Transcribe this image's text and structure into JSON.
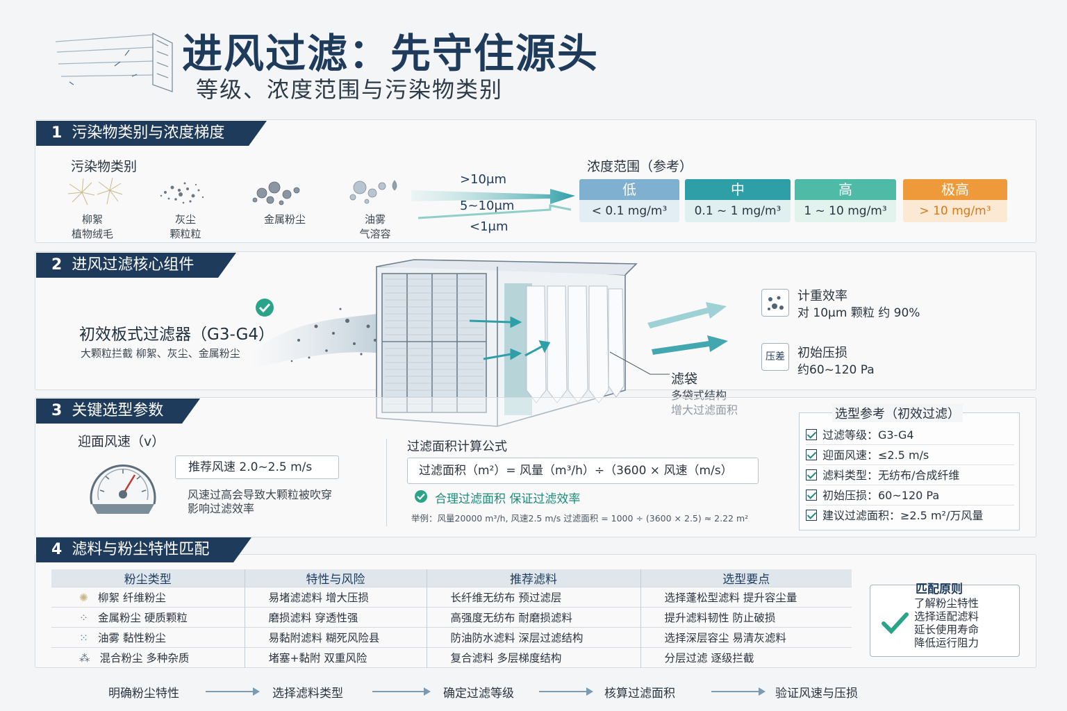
{
  "header": {
    "title": "进风过滤：先守住源头",
    "subtitle": "等级、浓度范围与污染物类别"
  },
  "section1": {
    "num": "1",
    "title": "污染物类别与浓度梯度",
    "pollutant_label": "污染物类别",
    "pollutants": [
      {
        "line1": "柳絮",
        "line2": "植物绒毛"
      },
      {
        "line1": "灰尘",
        "line2": "颗粒粒"
      },
      {
        "line1": "金属粉尘",
        "line2": ""
      },
      {
        "line1": "油雾",
        "line2": "气溶容"
      }
    ],
    "sizes": [
      ">10μm",
      "5~10μm",
      "<1μm"
    ],
    "conc_label": "浓度范围（参考）",
    "levels": [
      {
        "name": "低",
        "range": "< 0.1 mg/m³",
        "color": "#7fb0cf",
        "bg": "#e3edf4",
        "fg": "#2a3a4a"
      },
      {
        "name": "中",
        "range": "0.1 ~ 1 mg/m³",
        "color": "#2f9fa7",
        "bg": "#e0f0f1",
        "fg": "#2a3a4a"
      },
      {
        "name": "高",
        "range": "1 ~ 10 mg/m³",
        "color": "#4fbba6",
        "bg": "#e2f3ee",
        "fg": "#2a3a4a"
      },
      {
        "name": "极高",
        "range": "> 10 mg/m³",
        "color": "#ef9a3a",
        "bg": "#fbe9d4",
        "fg": "#d9781a"
      }
    ]
  },
  "section2": {
    "num": "2",
    "title": "进风过滤核心组件",
    "filter_name": "初效板式过滤器（G3-G4）",
    "filter_desc": "大颗粒拦截 柳絮、灰尘、金属粉尘",
    "bag_title": "滤袋",
    "bag_line1": "多袋式结构",
    "bag_line2": "增大过滤面积",
    "eff_title": "计重效率",
    "eff_value": "对 10μm 颗粒  约 90%",
    "dp_icon": "压差",
    "dp_title": "初始压损",
    "dp_value": "约60~120 Pa"
  },
  "section3": {
    "num": "3",
    "title": "关键选型参数",
    "velocity_label": "迎面风速（v）",
    "recommend": "推荐风速   2.0~2.5 m/s",
    "warn_line1": "风速过高会导致大颗粒被吹穿",
    "warn_line2": "影响过滤效率",
    "formula_title": "过滤面积计算公式",
    "formula": "过滤面积（m²）= 风量（m³/h）÷（3600 × 风速（m/s）",
    "formula_note": "合理过滤面积   保证过滤效率",
    "example": "举例：风量20000 m³/h, 风速2.5 m/s   过滤面积 = 1000 ÷ (3600 × 2.5) ≈ 2.22 m²",
    "ref_title": "选型参考（初效过滤）",
    "ref_items": [
      "过滤等级：G3-G4",
      "迎面风速：≤2.5 m/s",
      "滤料类型：无纺布/合成纤维",
      "初始压损：60~120 Pa",
      "建议过滤面积：≥2.5 m²/万风量"
    ]
  },
  "section4": {
    "num": "4",
    "title": "滤料与粉尘特性匹配",
    "headers": [
      "粉尘类型",
      "特性与风险",
      "推荐滤料",
      "选型要点"
    ],
    "rows": [
      [
        "柳絮  纤维粉尘",
        "易堵滤滤料  增大压损",
        "长纤维无纺布  预过滤层",
        "选择蓬松型滤料  提升容尘量"
      ],
      [
        "金属粉尘  硬质颗粒",
        "磨损滤料  穿透性强",
        "高强度无纺布  耐磨损滤料",
        "提升滤料韧性  防止破损"
      ],
      [
        "油雾  黏性粉尘",
        "易黏附滤料  糊死风险县",
        "防油防水滤料  深层过滤结构",
        "选择深层容尘  易清灰滤料"
      ],
      [
        "混合粉尘  多种杂质",
        "堵塞+黏附  双重风险",
        "复合滤料  多层梯度结构",
        "分层过滤  逐级拦截"
      ]
    ],
    "principle_title": "匹配原则",
    "principles": [
      "了解粉尘特性",
      "选择适配滤料",
      "延长使用寿命",
      "降低运行阻力"
    ]
  },
  "flow": [
    "明确粉尘特性",
    "选择滤料类型",
    "确定过滤等级",
    "核算过滤面积",
    "验证风速与压损"
  ]
}
